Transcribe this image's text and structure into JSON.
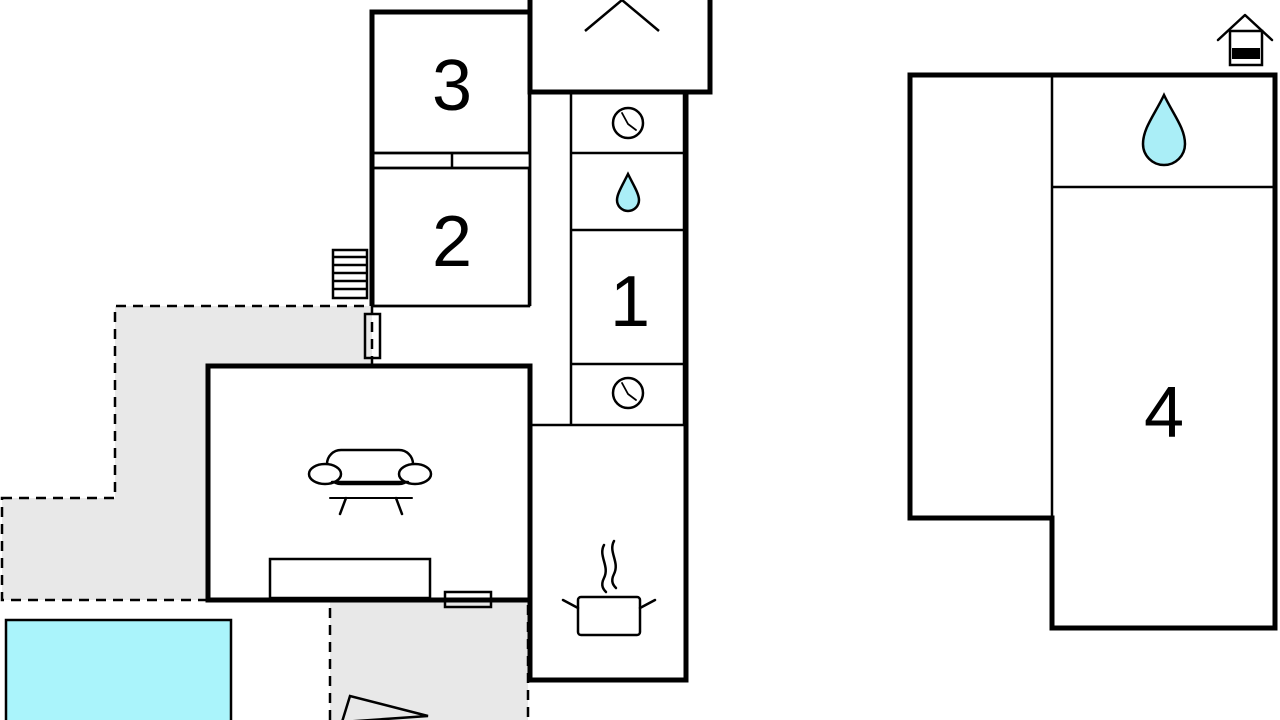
{
  "rooms": [
    {
      "id": "bedroom-1",
      "number": "1"
    },
    {
      "id": "bedroom-2",
      "number": "2"
    },
    {
      "id": "bedroom-3",
      "number": "3"
    },
    {
      "id": "bedroom-4",
      "number": "4"
    }
  ],
  "icons": {
    "clock": "clock-icon",
    "water": "water-drop-icon",
    "sofa": "sofa-icon",
    "cooking": "cooking-pot-icon",
    "house": "house-icon",
    "stairs": "stairs-icon"
  },
  "colors": {
    "pool": "#aaf4fb",
    "water_drop": "#aaeef7",
    "terrace": "#e8e8e8",
    "wall": "#000000"
  }
}
